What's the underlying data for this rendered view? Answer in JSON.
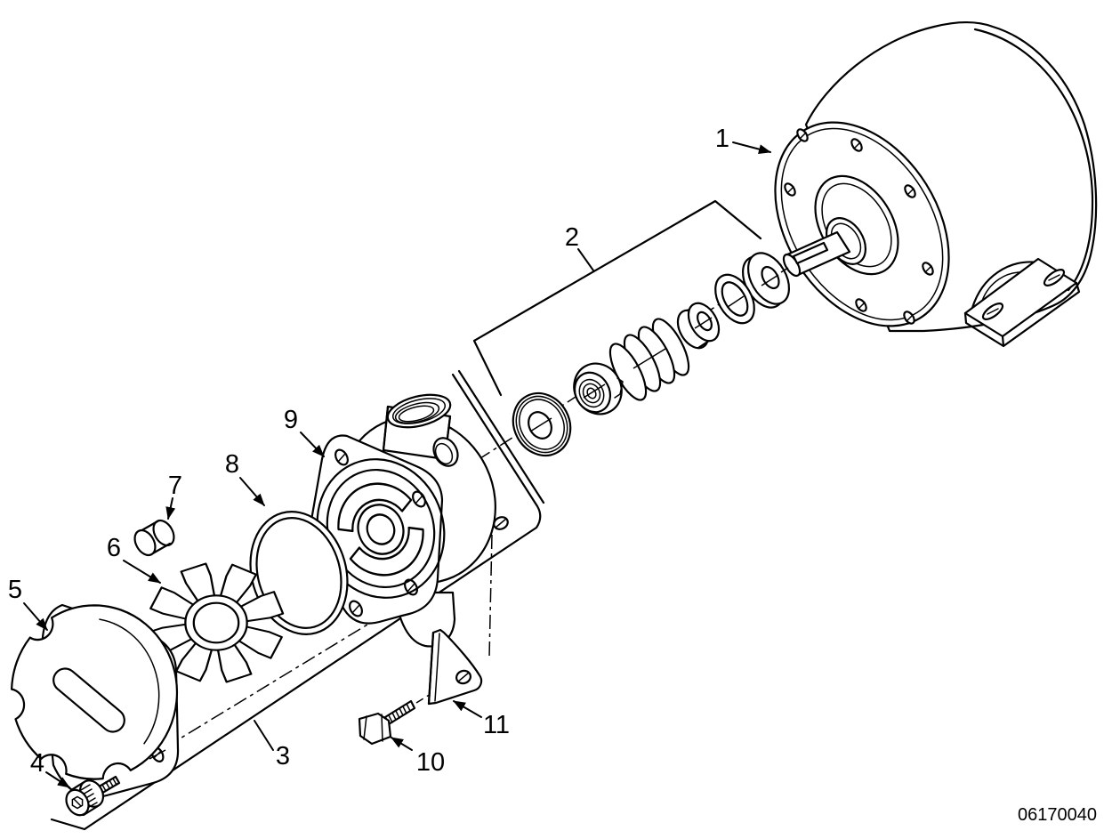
{
  "figure": {
    "kind": "exploded-parts-diagram",
    "background_color": "#ffffff",
    "line_color": "#000000"
  },
  "drawing_number": "06170040",
  "callouts": [
    {
      "label": "1",
      "part": "motor"
    },
    {
      "label": "2",
      "part": "shaft-seal-kit"
    },
    {
      "label": "3",
      "part": "mounting-plate"
    },
    {
      "label": "4",
      "part": "cover-screw"
    },
    {
      "label": "5",
      "part": "end-cover"
    },
    {
      "label": "6",
      "part": "impeller"
    },
    {
      "label": "7",
      "part": "plug"
    },
    {
      "label": "8",
      "part": "o-ring"
    },
    {
      "label": "9",
      "part": "pump-body"
    },
    {
      "label": "10",
      "part": "bracket-bolt"
    },
    {
      "label": "11",
      "part": "mounting-bracket"
    }
  ]
}
